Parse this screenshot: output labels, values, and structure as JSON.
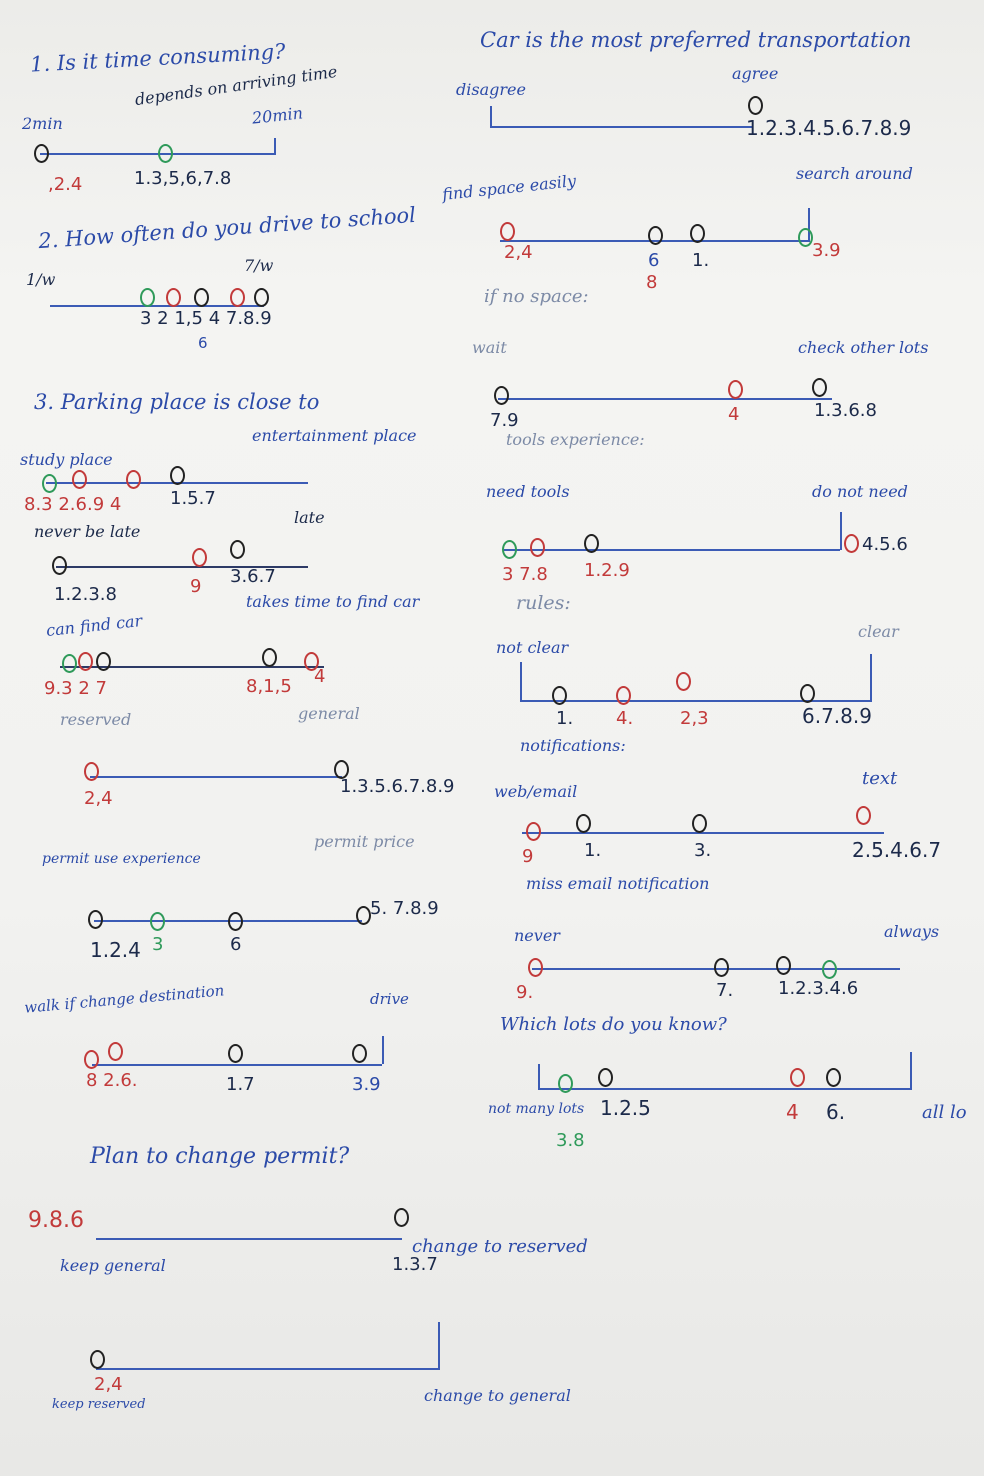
{
  "q1": {
    "title": "1. Is it time consuming?",
    "left": "2min",
    "mid": "depends on arriving time",
    "right": "20min",
    "left_resp": ",2.4",
    "mid_resp": "1.3,5,6,7.8"
  },
  "q2": {
    "title": "2. How often do you drive to school",
    "left": "1/w",
    "right": "7/w",
    "resp": "3 2 1,5 4 7.8.9",
    "resp_b": "6"
  },
  "q3": {
    "title": "3. Parking place is close to",
    "left": "study place",
    "right": "entertainment place",
    "resp_left": "8.3 2.6.9 4",
    "resp_right": "1.5.7"
  },
  "late": {
    "left": "never be late",
    "right": "late",
    "resp_left": "1.2.3.8",
    "resp_mid": "9",
    "resp_right": "3.6.7"
  },
  "findcar": {
    "left": "can find car",
    "right": "takes time to find car",
    "resp_left": "9.3 2 7",
    "resp_right": "8,1,5",
    "resp_far": "4"
  },
  "reserved": {
    "left": "reserved",
    "right": "general",
    "resp_left": "2,4",
    "resp_right": "1.3.5.6.7.8.9"
  },
  "permit": {
    "left": "permit use experience",
    "right": "permit price",
    "resp_left": "1.2.4",
    "resp_g": "3",
    "resp_mid": "6",
    "resp_right": "5. 7.8.9"
  },
  "walk": {
    "left": "walk if change destination",
    "right": "drive",
    "resp_left": "8 2.6.",
    "resp_mid": "1.7",
    "resp_right": "3.9"
  },
  "plan": {
    "title": "Plan to change permit?",
    "resp_top_left": "9.8.6",
    "top_left": "keep general",
    "top_right": "change to reserved",
    "resp_top_right": "1.3.7",
    "resp_bottom_left": "2,4",
    "bottom_left": "keep reserved",
    "bottom_right": "change to general"
  },
  "car": {
    "title": "Car is the most preferred transportation",
    "left": "disagree",
    "right": "agree",
    "resp": "1.2.3.4.5.6.7.8.9"
  },
  "space": {
    "left": "find space easily",
    "right": "search around",
    "resp_left": "2,4",
    "resp_mid": "6",
    "resp_mid2": "1.",
    "resp_mid3": "8",
    "resp_right": "3.9"
  },
  "nospace": {
    "title": "if no space:",
    "left": "wait",
    "right": "check other lots",
    "resp_left": "7.9",
    "resp_mid": "4",
    "resp_right": "1.3.6.8"
  },
  "tools": {
    "title": "tools experience:",
    "left": "need tools",
    "right": "do not need",
    "resp_left": "3 7.8",
    "resp_mid": "1.2.9",
    "resp_right": "4.5.6"
  },
  "rules": {
    "title": "rules:",
    "left": "not clear",
    "right": "clear",
    "resp_a": "1.",
    "resp_b": "4.",
    "resp_c": "2,3",
    "resp_right": "6.7.8.9"
  },
  "notif": {
    "title": "notifications:",
    "left": "web/email",
    "right": "text",
    "resp_a": "9",
    "resp_b": "1.",
    "resp_c": "3.",
    "resp_right": "2.5.4.6.7"
  },
  "miss": {
    "title": "miss email notification",
    "left": "never",
    "right": "always",
    "resp_left": "9.",
    "resp_mid": "7.",
    "resp_right": "1.2.3.4.6"
  },
  "lots": {
    "title": "Which lots do you know?",
    "left": "not many lots",
    "resp_left": "1.2.5",
    "resp_left2": "3.8",
    "resp_mid": "4",
    "resp_mid2": "6.",
    "right": "all lo"
  }
}
